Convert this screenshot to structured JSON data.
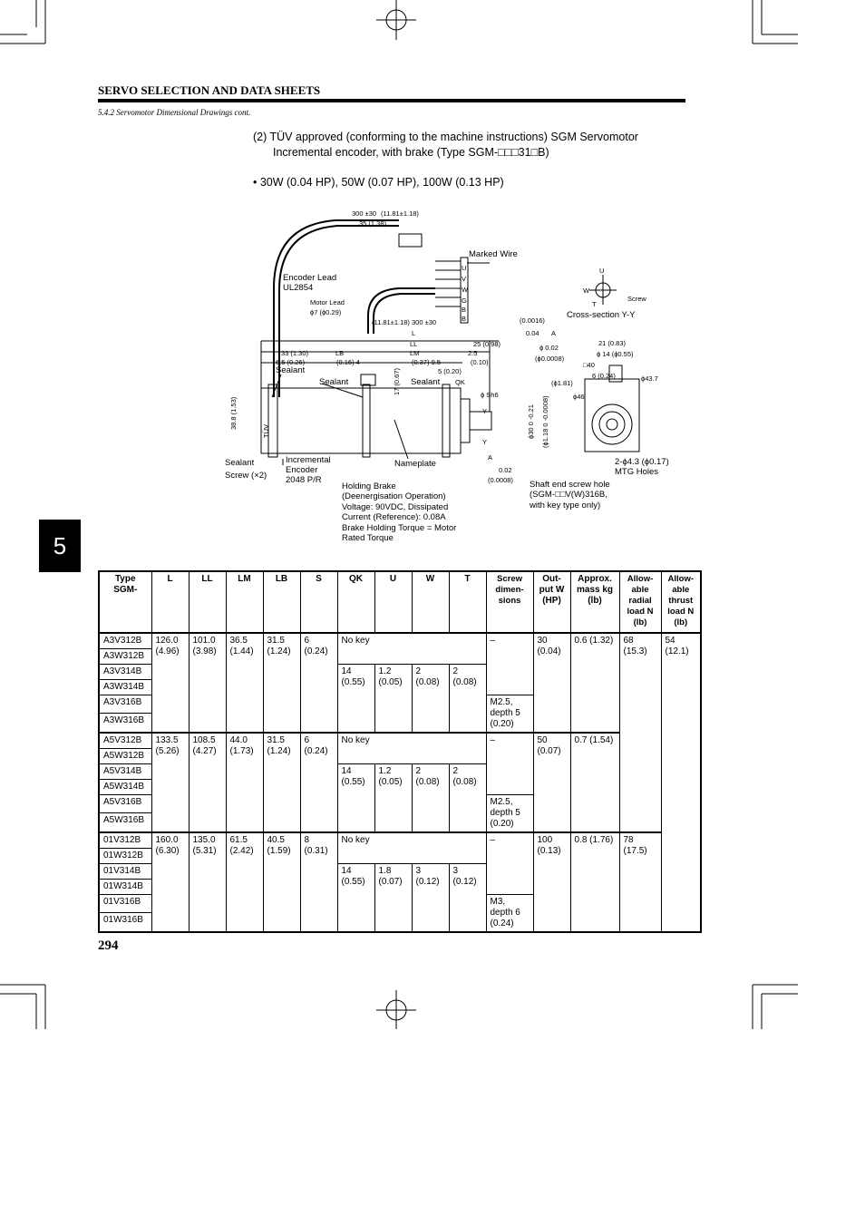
{
  "header": {
    "title": "SERVO SELECTION AND DATA SHEETS",
    "subtitle": "5.4.2 Servomotor Dimensional Drawings cont."
  },
  "section": {
    "line1": "(2)  TÜV approved (conforming to the machine instructions) SGM Servomotor",
    "line2": "Incremental encoder, with brake (Type SGM-□□□31□B)",
    "bullet": "• 30W (0.04 HP), 50W (0.07 HP), 100W (0.13 HP)"
  },
  "drawing": {
    "dim_300_top": "300 ±30",
    "dim_300_top_in": "(11.81±1.18)",
    "dim_35": "35 (1.38)",
    "marked_wire": "Marked Wire",
    "encoder_lead": "Encoder Lead",
    "ul": "UL2854",
    "motor_lead": "Motor Lead",
    "motor_lead_dia": "ϕ7 (ϕ0.29)",
    "wire_labels": [
      "U",
      "V",
      "W",
      "G",
      "B",
      "B"
    ],
    "screw": "Screw",
    "cross_section": "Cross-section Y-Y",
    "dim_300_mid": "(11.81±1.18)  300 ±30",
    "dim_L": "L",
    "dim_LL": "LL",
    "dim_LB": "LB",
    "dim_LM": "LM",
    "dim_33": "33 (1.30)",
    "dim_65": "6.5 (0.26)",
    "dim_4": "(0.16) 4",
    "dim_95": "(0.37) 9.5",
    "dim_25": "25 (0.98)",
    "dim_25b": "2.5",
    "dim_010": "(0.10)",
    "dim_5": "5 (0.20)",
    "sealant": "Sealant",
    "sealant_screw": "Screw  (×2)",
    "incremental": "Incremental",
    "encoder": "Encoder",
    "ppr": "2048 P/R",
    "nameplate": "Nameplate",
    "dim_388": "38.8 (1.53)",
    "dim_17": "17 (0.67)",
    "qk": "QK",
    "sh6": "ϕ Sh6",
    "y": "Y",
    "phi30": "ϕ30 0 -0.21",
    "phi118": "(ϕ1.18 0 -0.0008)",
    "tol_0016": "(0.0016)",
    "tol_004": "0.04",
    "tol_002": "ϕ 0.02",
    "tol_00008": "(ϕ0.0008)",
    "datum_a": "A",
    "dim_21": "21 (0.83)",
    "dim_14": "ϕ 14 (ϕ0.55)",
    "dim_40": "□40",
    "dim_6": "6 (0.24)",
    "dim_181": "(ϕ1.81)",
    "dim_46": "ϕ46",
    "dim_437": "ϕ43.7",
    "runout": "0.02",
    "runout_in": "(0.0008)",
    "mtg_holes_1": "2-ϕ4.3 (ϕ0.17)",
    "mtg_holes_2": "MTG Holes",
    "shaft_screw_1": "Shaft end screw hole",
    "shaft_screw_2": "(SGM-□□V(W)316B,",
    "shaft_screw_3": "with key type only)",
    "brake_1": "Holding Brake",
    "brake_2": "(Deenergisation Operation)",
    "brake_3": "Voltage: 90VDC, Dissipated",
    "brake_4": "Current (Reference): 0.08A",
    "brake_5": "Brake Holding Torque = Motor",
    "brake_6": "Rated Torque",
    "tuv": "TÜV",
    "section_u": "U",
    "section_w": "W",
    "section_t": "T"
  },
  "table": {
    "headers": {
      "type": "Type SGM-",
      "L": "L",
      "LL": "LL",
      "LM": "LM",
      "LB": "LB",
      "S": "S",
      "QK": "QK",
      "U": "U",
      "W": "W",
      "T": "T",
      "screw": "Screw dimen- sions",
      "output": "Out- put W (HP)",
      "mass": "Approx. mass kg (lb)",
      "radial": "Allow- able radial load N (lb)",
      "thrust": "Allow- able thrust load N (lb)"
    },
    "groups": [
      {
        "types": [
          "A3V312B",
          "A3W312B",
          "A3V314B",
          "A3W314B",
          "A3V316B",
          "A3W316B"
        ],
        "L": "126.0 (4.96)",
        "LL": "101.0 (3.98)",
        "LM": "36.5 (1.44)",
        "LB": "31.5 (1.24)",
        "S": "6 (0.24)",
        "nokey": "No key",
        "QK": "14 (0.55)",
        "U": "1.2 (0.05)",
        "W": "2 (0.08)",
        "T": "2 (0.08)",
        "screw_dash": "–",
        "screw": "M2.5, depth 5 (0.20)",
        "output": "30 (0.04)",
        "mass": "0.6 (1.32)",
        "radial": "68 (15.3)",
        "thrust": "54 (12.1)"
      },
      {
        "types": [
          "A5V312B",
          "A5W312B",
          "A5V314B",
          "A5W314B",
          "A5V316B",
          "A5W316B"
        ],
        "L": "133.5 (5.26)",
        "LL": "108.5 (4.27)",
        "LM": "44.0 (1.73)",
        "LB": "31.5 (1.24)",
        "S": "6 (0.24)",
        "nokey": "No key",
        "QK": "14 (0.55)",
        "U": "1.2 (0.05)",
        "W": "2 (0.08)",
        "T": "2 (0.08)",
        "screw_dash": "–",
        "screw": "M2.5, depth 5 (0.20)",
        "output": "50 (0.07)",
        "mass": "0.7 (1.54)"
      },
      {
        "types": [
          "01V312B",
          "01W312B",
          "01V314B",
          "01W314B",
          "01V316B",
          "01W316B"
        ],
        "L": "160.0 (6.30)",
        "LL": "135.0 (5.31)",
        "LM": "61.5 (2.42)",
        "LB": "40.5 (1.59)",
        "S": "8 (0.31)",
        "nokey": "No key",
        "QK": "14 (0.55)",
        "U": "1.8 (0.07)",
        "W": "3 (0.12)",
        "T": "3 (0.12)",
        "screw_dash": "–",
        "screw": "M3, depth 6 (0.24)",
        "output": "100 (0.13)",
        "mass": "0.8 (1.76)",
        "radial": "78 (17.5)"
      }
    ]
  },
  "chapter_tab": "5",
  "page_number": "294"
}
